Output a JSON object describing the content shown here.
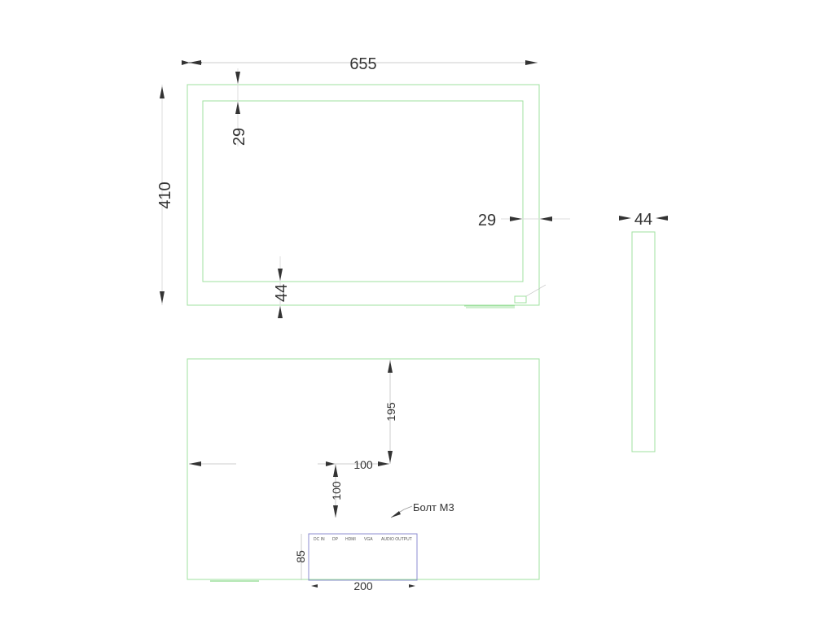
{
  "drawing": {
    "front_view": {
      "overall_width": "655",
      "overall_height": "410",
      "bezel_top": "29",
      "bezel_side": "29",
      "bezel_bottom": "44"
    },
    "side_view": {
      "depth": "44"
    },
    "rear_view": {
      "mount_offset_vertical": "195",
      "mount_spacing_horizontal": "100",
      "mount_spacing_vertical": "100",
      "bolt_label": "Болт М3",
      "port_panel_height": "85",
      "port_panel_width": "200",
      "ports": [
        "DC IN",
        "DP",
        "HDMI",
        "VGA",
        "AUDIO OUTPUT"
      ]
    },
    "colors": {
      "outline": "#9fe09f",
      "dimension": "#333333",
      "port_panel": "#8c8cd0"
    }
  }
}
